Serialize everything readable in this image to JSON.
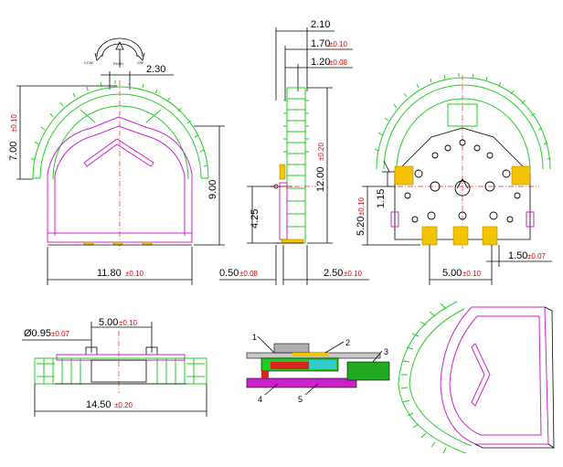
{
  "colors": {
    "outline": "#22cc22",
    "inner": "#cc22cc",
    "dimension": "#000000",
    "tolerance": "#e00000",
    "pad": "#f5c400"
  },
  "rotation_labels": {
    "ccw": "CCW",
    "push": "PUSH",
    "cw": "CW"
  },
  "dims": {
    "d_2_30": {
      "main": "2.30",
      "tol": ""
    },
    "d_7_00": {
      "main": "7.00",
      "tol": "±0.10"
    },
    "d_9_00": {
      "main": "9.00",
      "tol": ""
    },
    "d_11_80": {
      "main": "11.80",
      "tol": "±0.10"
    },
    "d_2_10": {
      "main": "2.10",
      "tol": ""
    },
    "d_1_70": {
      "main": "1.70",
      "tol": "±0.10"
    },
    "d_1_20": {
      "main": "1.20",
      "tol": "±0.08"
    },
    "d_12_00": {
      "main": "12.00",
      "tol": "±0.20"
    },
    "d_4_25": {
      "main": "4.25",
      "tol": ""
    },
    "d_0_50": {
      "main": "0.50",
      "tol": "±0.08"
    },
    "d_2_50": {
      "main": "2.50",
      "tol": "±0.10"
    },
    "d_5_20": {
      "main": "5.20",
      "tol": "±0.10"
    },
    "d_1_15": {
      "main": "1.15",
      "tol": ""
    },
    "d_1_50": {
      "main": "1.50",
      "tol": "±0.07"
    },
    "d_5_00_front": {
      "main": "5.00",
      "tol": "±0.10"
    },
    "d_0_95": {
      "main": "Ø0.95",
      "tol": "±0.07"
    },
    "d_5_00_bottom": {
      "main": "5.00",
      "tol": "±0.10"
    },
    "d_14_50": {
      "main": "14.50",
      "tol": "±0.20"
    }
  },
  "callouts": [
    "1",
    "2",
    "3",
    "4",
    "5"
  ]
}
